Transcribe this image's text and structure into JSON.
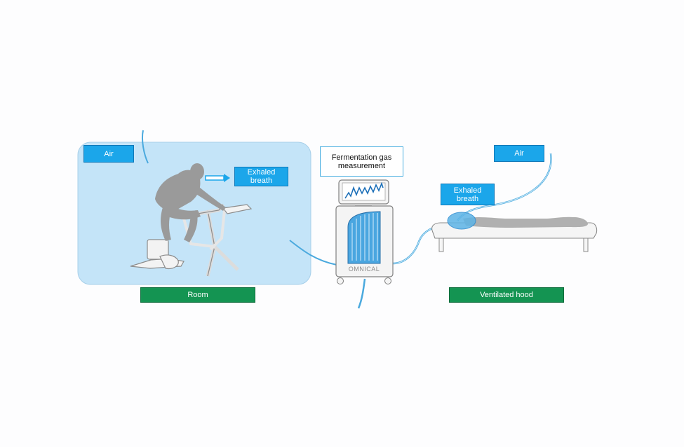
{
  "labels": {
    "room_air": "Air",
    "exhaled_breath_room": "Exhaled breath",
    "fermentation": "Fermentation gas measurement",
    "hood_air": "Air",
    "exhaled_breath_hood": "Exhaled breath",
    "room": "Room",
    "ventilated_hood": "Ventilated hood",
    "device_brand": "OMNICAL"
  },
  "colors": {
    "label_blue": "#1ba6ea",
    "label_green": "#149452",
    "room_fill": "#c4e4f8",
    "tube_blue": "#4aa9de",
    "figure_gray": "#9a9a9a"
  }
}
